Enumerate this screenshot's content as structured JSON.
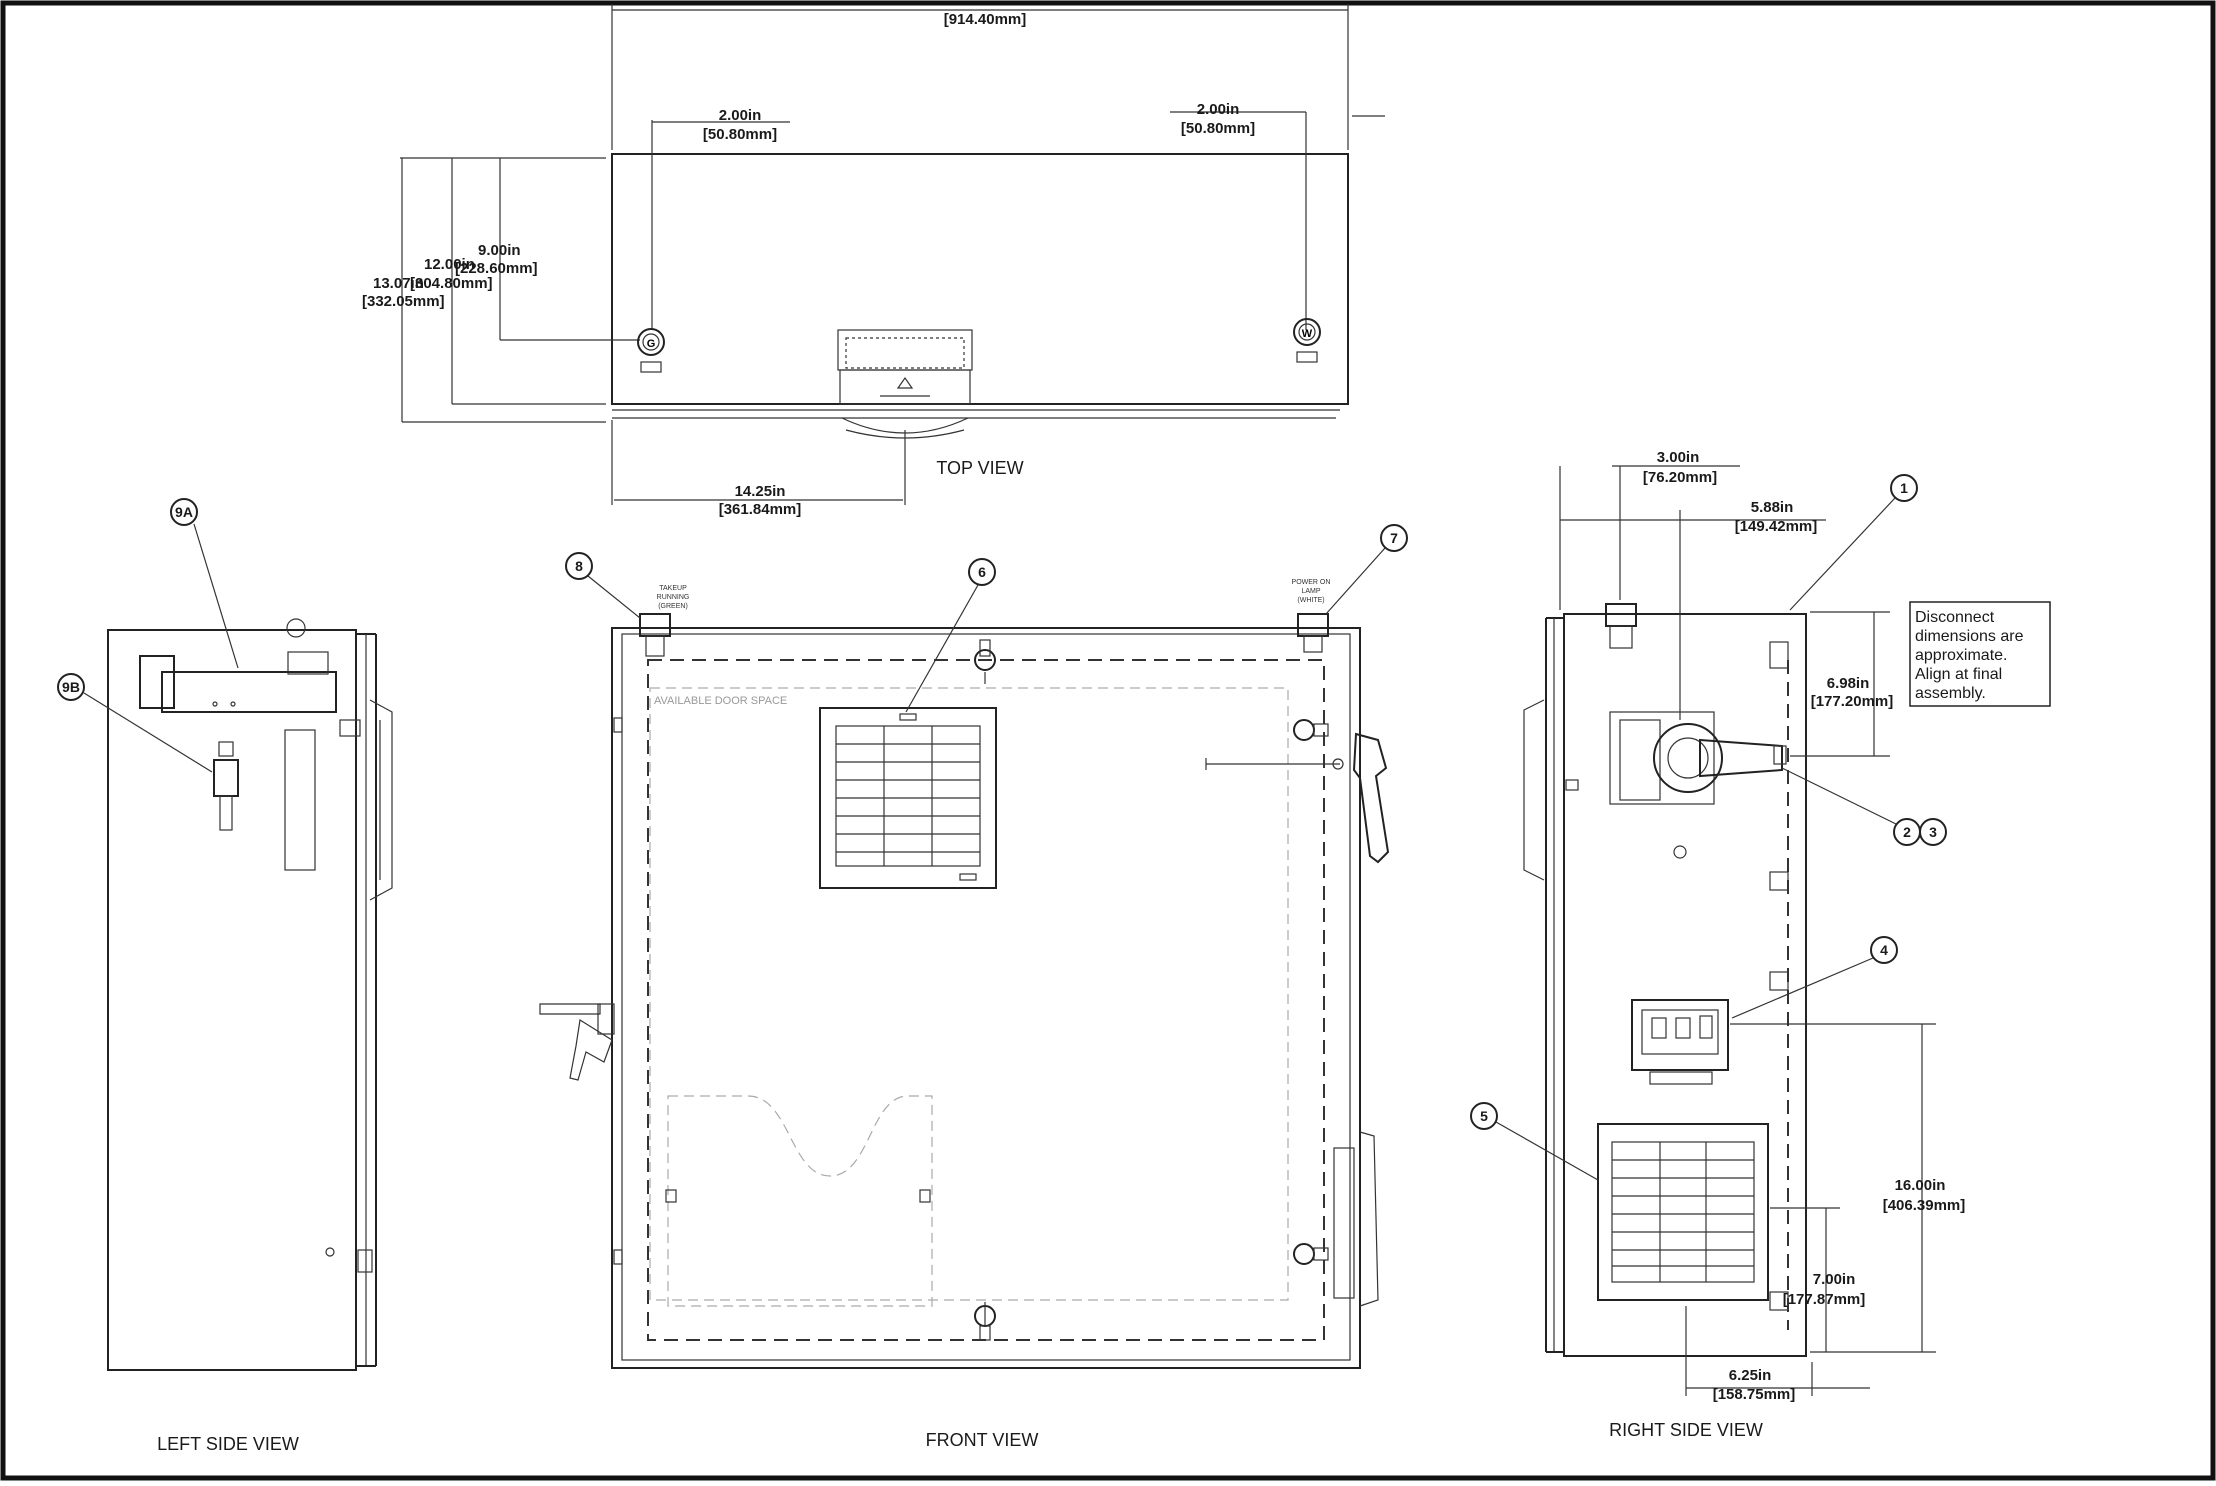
{
  "views": {
    "top": "TOP VIEW",
    "front": "FRONT VIEW",
    "left_side": "LEFT SIDE VIEW",
    "right_side": "RIGHT SIDE VIEW"
  },
  "dimensions": {
    "overall_width_mm": "[914.40mm]",
    "left_offset_in": "2.00in",
    "left_offset_mm": "[50.80mm]",
    "right_offset_in": "2.00in",
    "right_offset_mm": "[50.80mm]",
    "depth_9_in": "9.00in",
    "depth_9_mm": "[228.60mm]",
    "depth_12_in": "12.00in",
    "depth_12_mm": "[304.80mm]",
    "depth_13_in": "13.07in",
    "depth_13_mm": "[332.05mm]",
    "handle_offset_in": "14.25in",
    "handle_offset_mm": "[361.84mm]",
    "rs_3_in": "3.00in",
    "rs_3_mm": "[76.20mm]",
    "rs_588_in": "5.88in",
    "rs_588_mm": "[149.42mm]",
    "rs_698_in": "6.98in",
    "rs_698_mm": "[177.20mm]",
    "rs_16_in": "16.00in",
    "rs_16_mm": "[406.39mm]",
    "rs_7_in": "7.00in",
    "rs_7_mm": "[177.87mm]",
    "rs_625_in": "6.25in",
    "rs_625_mm": "[158.75mm]"
  },
  "balloons": {
    "b1": "1",
    "b2": "2",
    "b3": "3",
    "b4": "4",
    "b5": "5",
    "b6": "6",
    "b7": "7",
    "b8": "8",
    "b9a": "9A",
    "b9b": "9B"
  },
  "lamps": {
    "green_letter": "G",
    "white_letter": "W",
    "takeup_1": "TAKEUP",
    "takeup_2": "RUNNING",
    "takeup_3": "(GREEN)",
    "power_1": "POWER ON",
    "power_2": "LAMP",
    "power_3": "(WHITE)"
  },
  "door_space_label": "AVAILABLE DOOR SPACE",
  "note": {
    "line1": "Disconnect",
    "line2": "dimensions are",
    "line3": "approximate.",
    "line4": "Align at final",
    "line5": "assembly."
  }
}
